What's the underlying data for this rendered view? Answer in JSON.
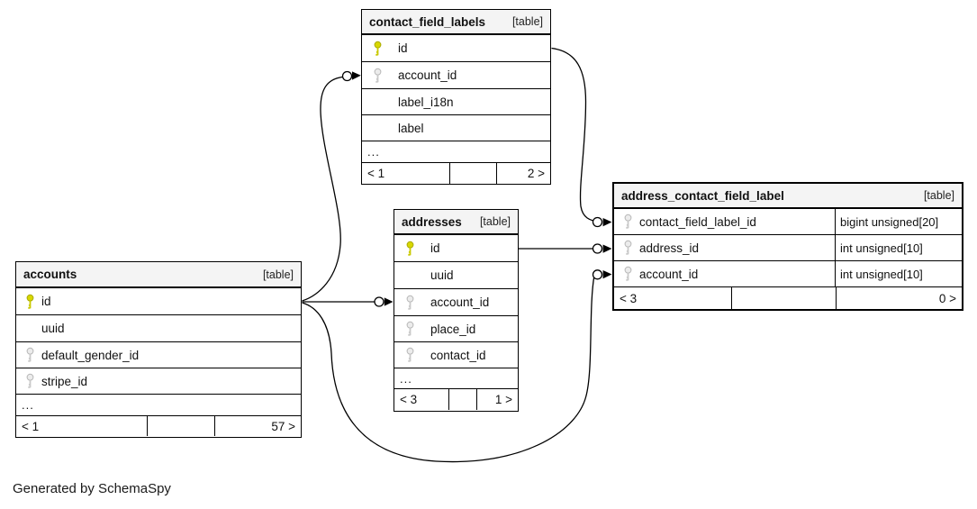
{
  "diagram": {
    "caption": "Generated by SchemaSpy",
    "colors": {
      "primary_key_icon": "#d8d800",
      "foreign_key_icon": "#e6e6e6",
      "header_background": "#f4f4f4",
      "line": "#000000"
    },
    "tables": {
      "contact_field_labels": {
        "name": "contact_field_labels",
        "badge": "[table]",
        "columns": [
          {
            "name": "id",
            "key": "primary"
          },
          {
            "name": "account_id",
            "key": "foreign"
          },
          {
            "name": "label_i18n",
            "key": "none"
          },
          {
            "name": "label",
            "key": "none"
          }
        ],
        "more_indicator": "...",
        "footer": {
          "children": "< 1",
          "center": "",
          "parents": "2 >"
        }
      },
      "addresses": {
        "name": "addresses",
        "badge": "[table]",
        "columns": [
          {
            "name": "id",
            "key": "primary"
          },
          {
            "name": "uuid",
            "key": "none"
          },
          {
            "name": "account_id",
            "key": "foreign"
          },
          {
            "name": "place_id",
            "key": "foreign"
          },
          {
            "name": "contact_id",
            "key": "foreign"
          }
        ],
        "more_indicator": "...",
        "footer": {
          "children": "< 3",
          "center": "",
          "parents": "1 >"
        }
      },
      "accounts": {
        "name": "accounts",
        "badge": "[table]",
        "columns": [
          {
            "name": "id",
            "key": "primary"
          },
          {
            "name": "uuid",
            "key": "none"
          },
          {
            "name": "default_gender_id",
            "key": "foreign"
          },
          {
            "name": "stripe_id",
            "key": "foreign"
          }
        ],
        "more_indicator": "...",
        "footer": {
          "children": "< 1",
          "center": "",
          "parents": "57 >"
        }
      },
      "address_contact_field_label": {
        "name": "address_contact_field_label",
        "badge": "[table]",
        "columns": [
          {
            "name": "contact_field_label_id",
            "key": "foreign",
            "type": "bigint unsigned[20]"
          },
          {
            "name": "address_id",
            "key": "foreign",
            "type": "int unsigned[10]"
          },
          {
            "name": "account_id",
            "key": "foreign",
            "type": "int unsigned[10]"
          }
        ],
        "footer": {
          "children": "< 3",
          "center": "",
          "parents": "0 >"
        }
      }
    },
    "relationships": [
      {
        "from": "accounts.id",
        "to": "addresses.account_id"
      },
      {
        "from": "accounts.id",
        "to": "contact_field_labels.account_id"
      },
      {
        "from": "accounts.id",
        "to": "address_contact_field_label.account_id"
      },
      {
        "from": "contact_field_labels.id",
        "to": "address_contact_field_label.contact_field_label_id"
      },
      {
        "from": "addresses.id",
        "to": "address_contact_field_label.address_id"
      }
    ]
  }
}
